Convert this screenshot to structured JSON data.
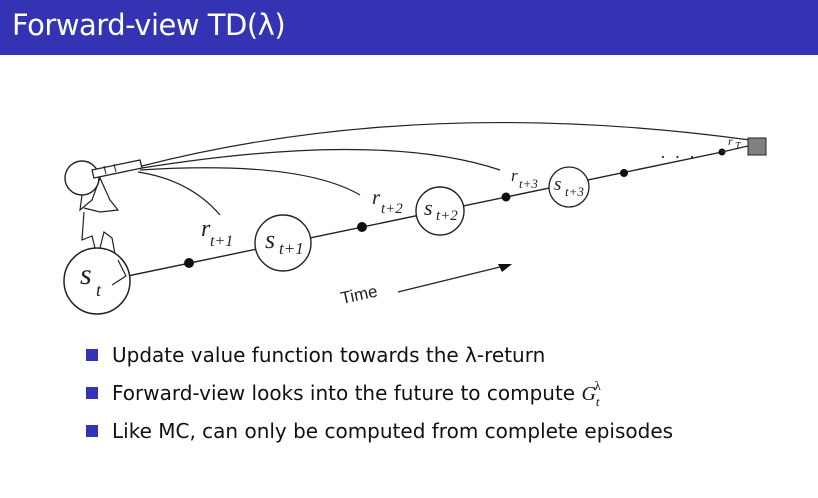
{
  "header": {
    "title": "Forward-view TD(λ)"
  },
  "diagram": {
    "state_current": "s",
    "state_current_sub": "t",
    "states": [
      {
        "s": "s",
        "sub": "t+1"
      },
      {
        "s": "s",
        "sub": "t+2"
      },
      {
        "s": "s",
        "sub": "t+3"
      }
    ],
    "rewards": [
      {
        "r": "r",
        "sub": "t+1"
      },
      {
        "r": "r",
        "sub": "t+2"
      },
      {
        "r": "r",
        "sub": "t+3"
      },
      {
        "r": "r",
        "sub": "T"
      }
    ],
    "ellipsis": "· · ·",
    "time_label": "Time"
  },
  "bullets": [
    {
      "text": "Update value function towards the λ-return"
    },
    {
      "text": "Forward-view looks into the future to compute ",
      "math": "G",
      "math_sub": "t",
      "math_sup": "λ"
    },
    {
      "text": "Like MC, can only be computed from complete episodes"
    }
  ],
  "colors": {
    "accent": "#3333b3",
    "terminal": "#808080"
  }
}
